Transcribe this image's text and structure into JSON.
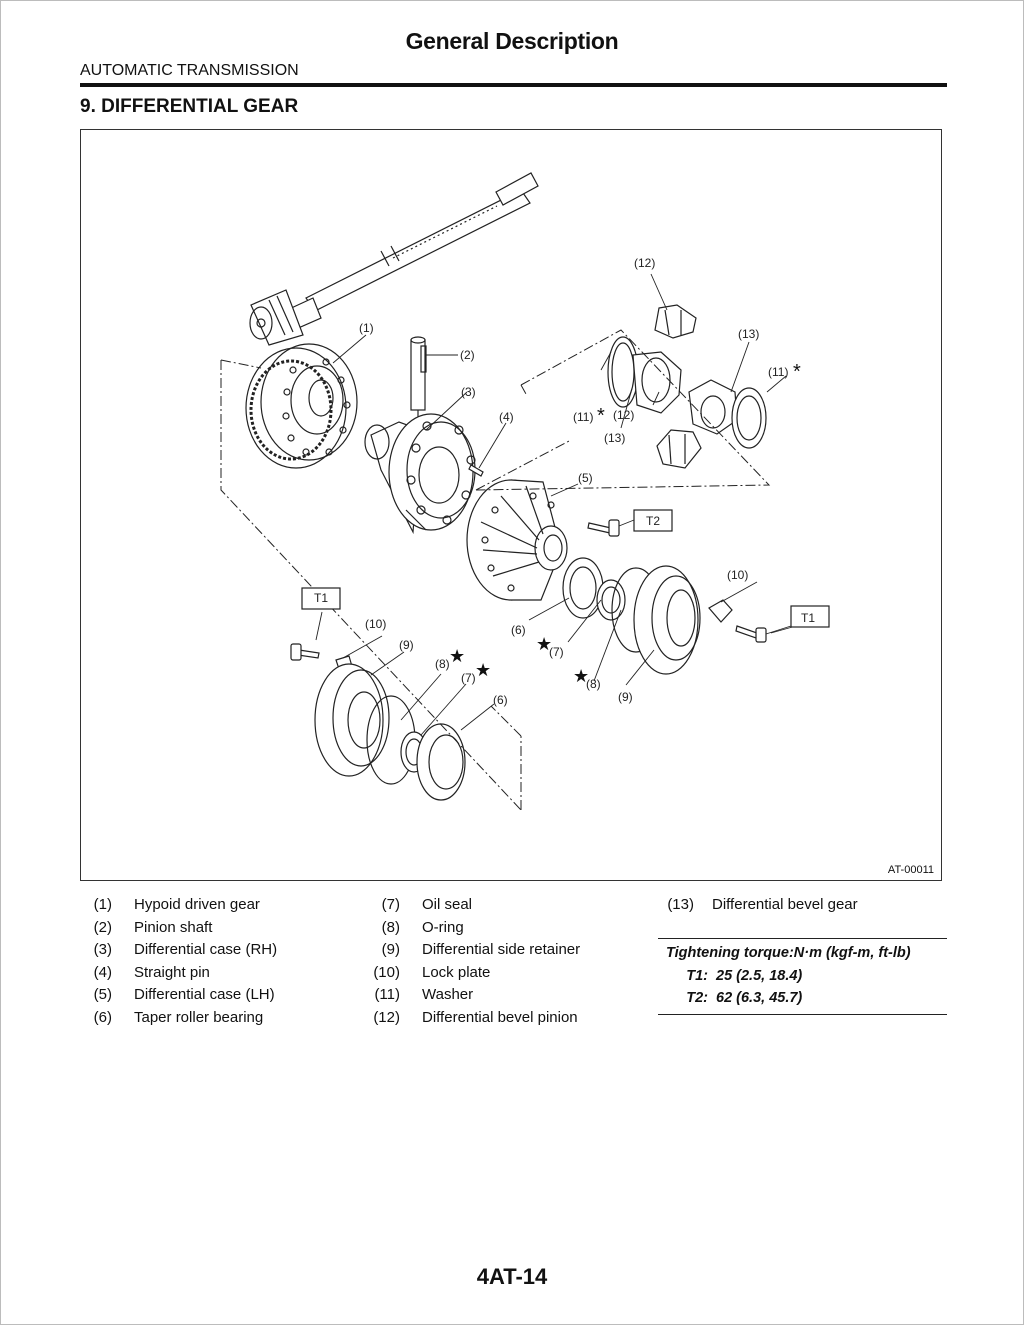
{
  "header": {
    "title": "General Description",
    "chapter": "AUTOMATIC TRANSMISSION"
  },
  "section": {
    "title": "9.  DIFFERENTIAL GEAR"
  },
  "figure": {
    "id": "AT-00011",
    "callouts": [
      "(1)",
      "(2)",
      "(3)",
      "(4)",
      "(5)",
      "(6)",
      "(7)",
      "(8)",
      "(9)",
      "(10)",
      "(11)",
      "(12)",
      "(13)"
    ],
    "torque_tags": [
      "T1",
      "T2"
    ],
    "marks": {
      "star": "★",
      "asterisk": "*"
    }
  },
  "legend": {
    "col1": [
      {
        "num": "(1)",
        "text": "Hypoid driven gear"
      },
      {
        "num": "(2)",
        "text": "Pinion shaft"
      },
      {
        "num": "(3)",
        "text": "Differential case (RH)"
      },
      {
        "num": "(4)",
        "text": "Straight pin"
      },
      {
        "num": "(5)",
        "text": "Differential case (LH)"
      },
      {
        "num": "(6)",
        "text": "Taper roller bearing"
      }
    ],
    "col2": [
      {
        "num": "(7)",
        "text": "Oil seal"
      },
      {
        "num": "(8)",
        "text": "O-ring"
      },
      {
        "num": "(9)",
        "text": "Differential side retainer"
      },
      {
        "num": "(10)",
        "text": "Lock plate"
      },
      {
        "num": "(11)",
        "text": "Washer"
      },
      {
        "num": "(12)",
        "text": "Differential bevel pinion"
      }
    ],
    "col3": [
      {
        "num": "(13)",
        "text": "Differential bevel gear"
      }
    ]
  },
  "torque": {
    "title": "Tightening torque:N·m (kgf-m, ft-lb)",
    "rows": [
      {
        "key": "T1:",
        "value": "25 (2.5, 18.4)"
      },
      {
        "key": "T2:",
        "value": "62 (6.3, 45.7)"
      }
    ]
  },
  "footer": {
    "page": "4AT-14"
  }
}
